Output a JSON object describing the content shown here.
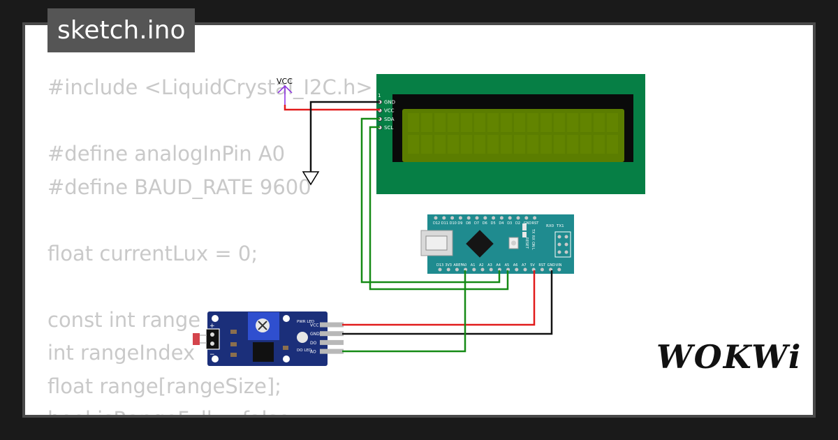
{
  "tab": {
    "title": "sketch.ino"
  },
  "code": {
    "lines": [
      "#include <LiquidCrystal_I2C.h>",
      "",
      "#define analogInPin A0",
      "#define BAUD_RATE 9600",
      "",
      "float currentLux = 0;",
      "",
      "const int range",
      "int rangeIndex",
      "float range[rangeSize];",
      "bool isRangeFull = false;"
    ]
  },
  "lcd": {
    "pin1": "1",
    "pins": [
      "GND",
      "VCC",
      "SDA",
      "SCL"
    ],
    "color": "#067f45",
    "screen_color": "#5b7d00"
  },
  "vcc_label": "VCC",
  "nano": {
    "color": "#1f8b8f",
    "top_pins": [
      "D12",
      "D11",
      "D10",
      "D9",
      "D8",
      "D7",
      "D6",
      "D5",
      "D4",
      "D3",
      "D2",
      "GND",
      "RST"
    ],
    "right_top": [
      "RX0",
      "TX1"
    ],
    "bottom_pins": [
      "D13",
      "3V3",
      "AREF",
      "A0",
      "A1",
      "A2",
      "A3",
      "A4",
      "A5",
      "A6",
      "A7",
      "5V",
      "RST",
      "GND",
      "VIN"
    ],
    "side_labels": [
      "TX",
      "RX",
      "ON",
      "L"
    ],
    "reset_label": "RESET"
  },
  "sensor": {
    "color": "#1b2f7a",
    "pins": [
      "VCC",
      "GND",
      "DO",
      "AO"
    ],
    "pwr_led": "PWR LED",
    "do_led": "DO LED",
    "plus": "+",
    "minus": "−"
  },
  "wire_colors": {
    "red": "#e11b1b",
    "black": "#111111",
    "green": "#158a15"
  },
  "logo": {
    "text": "WOKWi"
  }
}
